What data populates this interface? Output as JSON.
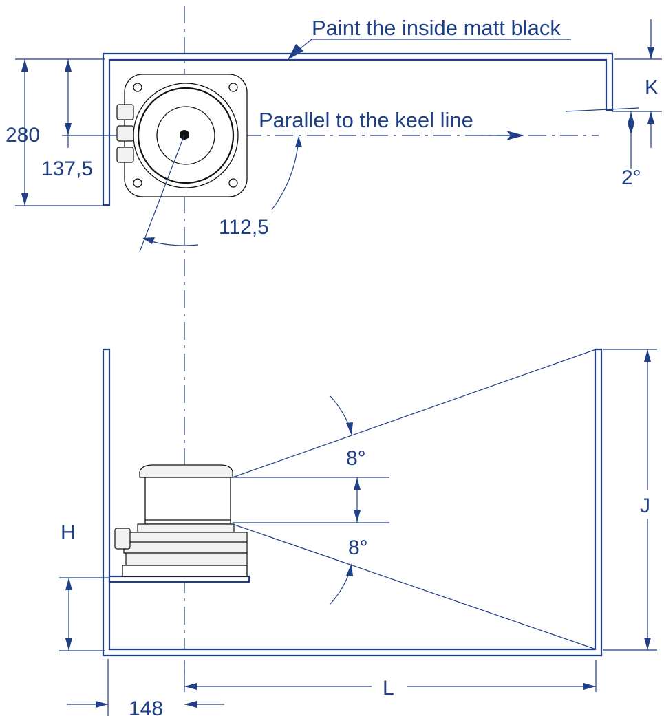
{
  "notes": {
    "paint": "Paint the inside matt black",
    "keel": "Parallel to the keel line"
  },
  "dimensions": {
    "d280": "280",
    "d137": "137,5",
    "d1125": "112,5",
    "k": "K",
    "deg2": "2°",
    "deg8_top": "8°",
    "deg8_bottom": "8°",
    "h": "H",
    "j": "J",
    "l": "L",
    "d148": "148"
  },
  "colors": {
    "line": "#1f3f86",
    "part": "#111111"
  }
}
